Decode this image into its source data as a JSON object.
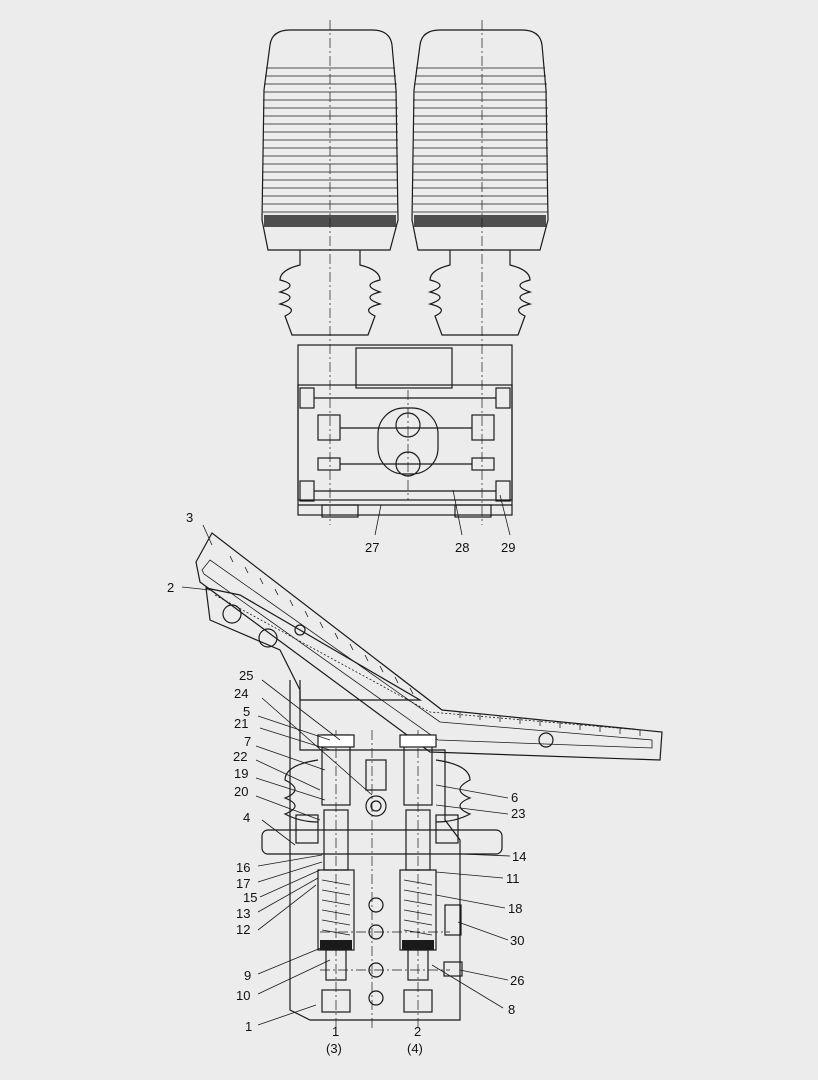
{
  "top_labels": [
    "27",
    "28",
    "29"
  ],
  "side_labels_left": [
    "3",
    "2",
    "25",
    "24",
    "5",
    "21",
    "7",
    "22",
    "19",
    "20",
    "4",
    "16",
    "17",
    "15",
    "13",
    "12",
    "9",
    "10",
    "1"
  ],
  "side_labels_right": [
    "6",
    "23",
    "14",
    "11",
    "18",
    "30",
    "26",
    "8"
  ],
  "port_labels": [
    "1",
    "(3)",
    "2",
    "(4)"
  ]
}
